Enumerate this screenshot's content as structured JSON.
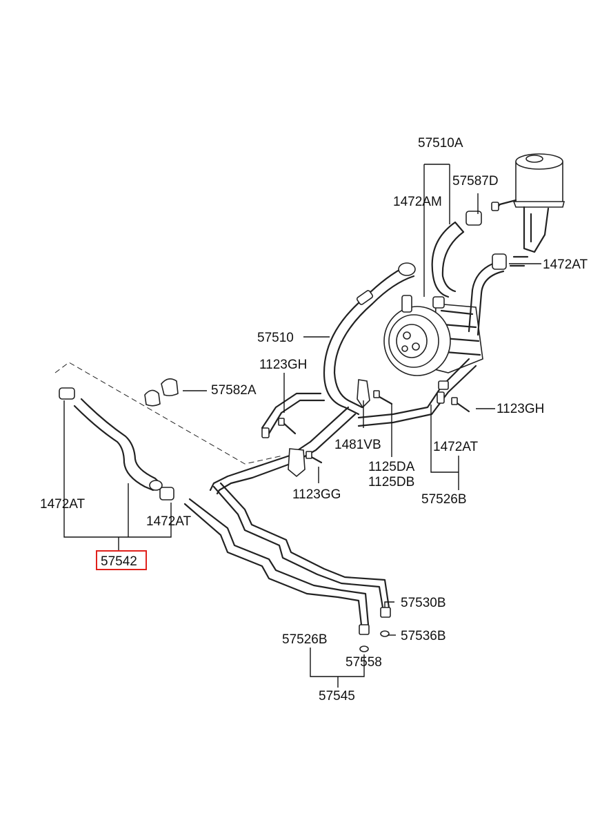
{
  "labels": {
    "l_57510A": "57510A",
    "l_57587D": "57587D",
    "l_1472AM": "1472AM",
    "l_1472AT_top": "1472AT",
    "l_57510": "57510",
    "l_1123GH_left": "1123GH",
    "l_57582A": "57582A",
    "l_1123GH_right": "1123GH",
    "l_1481VB": "1481VB",
    "l_1472AT_mid": "1472AT",
    "l_1125DA": "1125DA",
    "l_1125DB": "1125DB",
    "l_57526B_top": "57526B",
    "l_1123GG": "1123GG",
    "l_1472AT_left": "1472AT",
    "l_1472AT_clamp": "1472AT",
    "l_57542": "57542",
    "l_57530B": "57530B",
    "l_57536B": "57536B",
    "l_57526B_bot": "57526B",
    "l_57558": "57558",
    "l_57545": "57545"
  },
  "highlight": {
    "part_number": "57542",
    "color": "#e0201b"
  },
  "colors": {
    "line": "#222222",
    "background": "#ffffff"
  }
}
